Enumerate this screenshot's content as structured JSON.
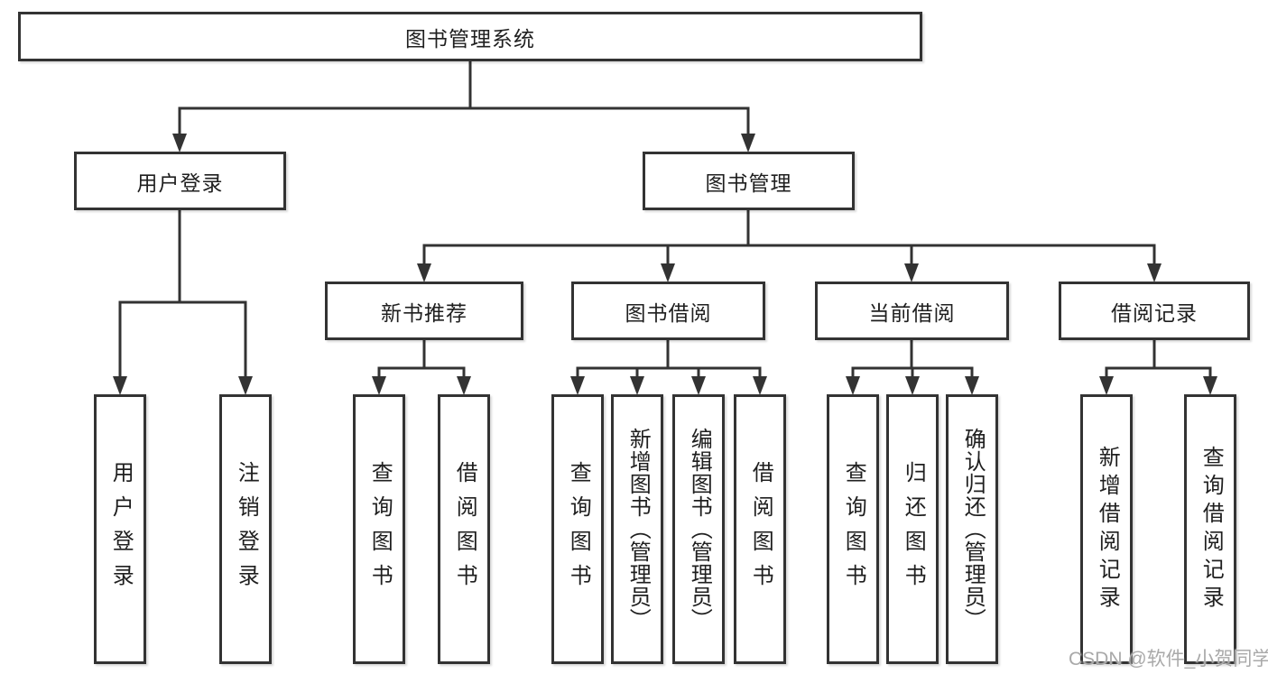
{
  "tree": {
    "label": "图书管理系统",
    "children": [
      {
        "label": "用户登录",
        "children": [
          {
            "label": "用户登录"
          },
          {
            "label": "注销登录"
          }
        ]
      },
      {
        "label": "图书管理",
        "children": [
          {
            "label": "新书推荐",
            "children": [
              {
                "label": "查询图书"
              },
              {
                "label": "借阅图书"
              }
            ]
          },
          {
            "label": "图书借阅",
            "children": [
              {
                "label": "查询图书"
              },
              {
                "label": "新增图书（管理员）"
              },
              {
                "label": "编辑图书（管理员）"
              },
              {
                "label": "借阅图书"
              }
            ]
          },
          {
            "label": "当前借阅",
            "children": [
              {
                "label": "查询图书"
              },
              {
                "label": "归还图书"
              },
              {
                "label": "确认归还（管理员）"
              }
            ]
          },
          {
            "label": "借阅记录",
            "children": [
              {
                "label": "新增借阅记录"
              },
              {
                "label": "查询借阅记录"
              }
            ]
          }
        ]
      }
    ]
  },
  "watermark": {
    "text": "CSDN @软件_小贺同学",
    "color": "#a9a9a9"
  },
  "colors": {
    "line": "#333333",
    "box_border": "#333333",
    "text": "#1f1f1f",
    "background": "#ffffff"
  }
}
